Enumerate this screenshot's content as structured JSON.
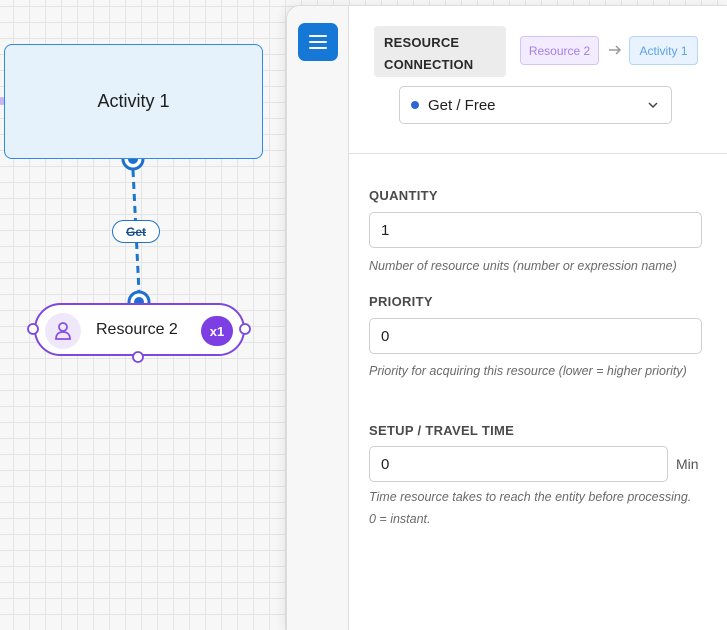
{
  "canvas": {
    "activity_node": {
      "label": "Activity 1"
    },
    "edge": {
      "label": "Get"
    },
    "resource_node": {
      "label": "Resource 2",
      "badge": "x1",
      "icon": "person-icon"
    }
  },
  "panel": {
    "menu_icon": "hamburger-icon",
    "title_line1": "RESOURCE",
    "title_line2": "CONNECTION",
    "source_chip": "Resource 2",
    "target_chip": "Activity 1",
    "connection_type": {
      "value": "Get / Free",
      "dot_color": "#2b65d8"
    },
    "fields": {
      "quantity": {
        "label": "QUANTITY",
        "value": "1",
        "help": "Number of resource units (number or expression name)"
      },
      "priority": {
        "label": "PRIORITY",
        "value": "0",
        "help": "Priority for acquiring this resource (lower = higher priority)"
      },
      "setup": {
        "label": "SETUP / TRAVEL TIME",
        "value": "0",
        "unit": "Min",
        "help": "Time resource takes to reach the entity before processing. 0 = instant."
      }
    }
  },
  "colors": {
    "activity_border": "#2f8ae0",
    "resource_border": "#7d47e0",
    "accent_blue": "#1678d6"
  }
}
